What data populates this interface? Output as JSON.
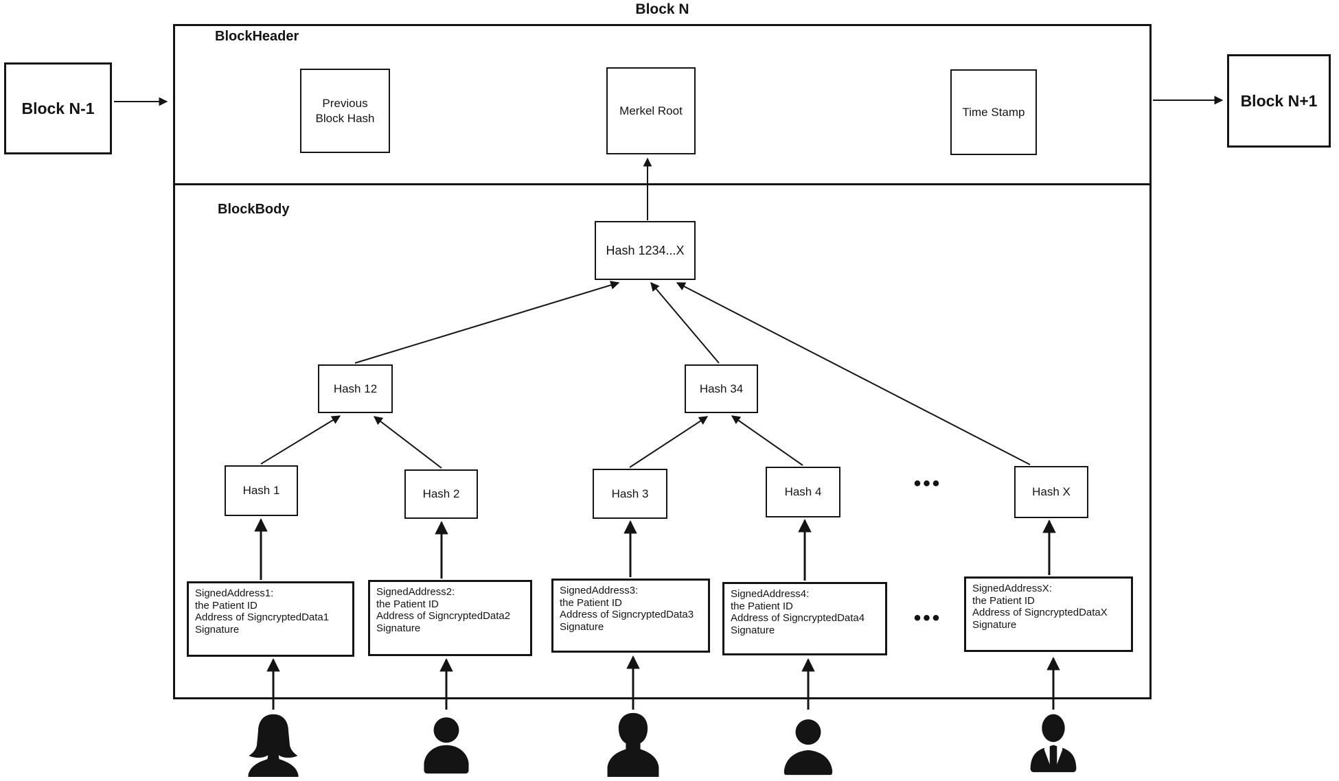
{
  "diagram": {
    "title": "Block N",
    "prev_block_label": "Block N-1",
    "next_block_label": "Block N+1",
    "header": {
      "label": "BlockHeader",
      "previous_block_hash": "Previous Block Hash",
      "merkel_root": "Merkel Root",
      "time_stamp": "Time Stamp"
    },
    "body": {
      "label": "BlockBody",
      "root_hash": "Hash 1234...X",
      "hash_12": "Hash 12",
      "hash_34": "Hash 34",
      "leaves": [
        "Hash 1",
        "Hash 2",
        "Hash 3",
        "Hash 4",
        "Hash X"
      ],
      "hash_row_ellipsis": "•••",
      "tx_row_ellipsis": "•••",
      "transactions": [
        {
          "lines": [
            "SignedAddress1:",
            "the Patient ID",
            "Address of SigncryptedData1",
            "Signature"
          ]
        },
        {
          "lines": [
            "SignedAddress2:",
            "the Patient ID",
            "Address of SigncryptedData2",
            "Signature"
          ]
        },
        {
          "lines": [
            "SignedAddress3:",
            "the Patient ID",
            "Address of SigncryptedData3",
            "Signature"
          ]
        },
        {
          "lines": [
            "SignedAddress4:",
            "the Patient ID",
            "Address of SigncryptedData4",
            "Signature"
          ]
        },
        {
          "lines": [
            "SignedAddressX:",
            "the Patient ID",
            "Address of SigncryptedDataX",
            "Signature"
          ]
        }
      ]
    },
    "persons": [
      {
        "icon": "person-female-icon"
      },
      {
        "icon": "person-male-icon"
      },
      {
        "icon": "person-male-profile-icon"
      },
      {
        "icon": "person-male-round-icon"
      },
      {
        "icon": "person-suit-icon"
      }
    ],
    "colors": {
      "ink": "#141414",
      "background": "#ffffff"
    }
  }
}
